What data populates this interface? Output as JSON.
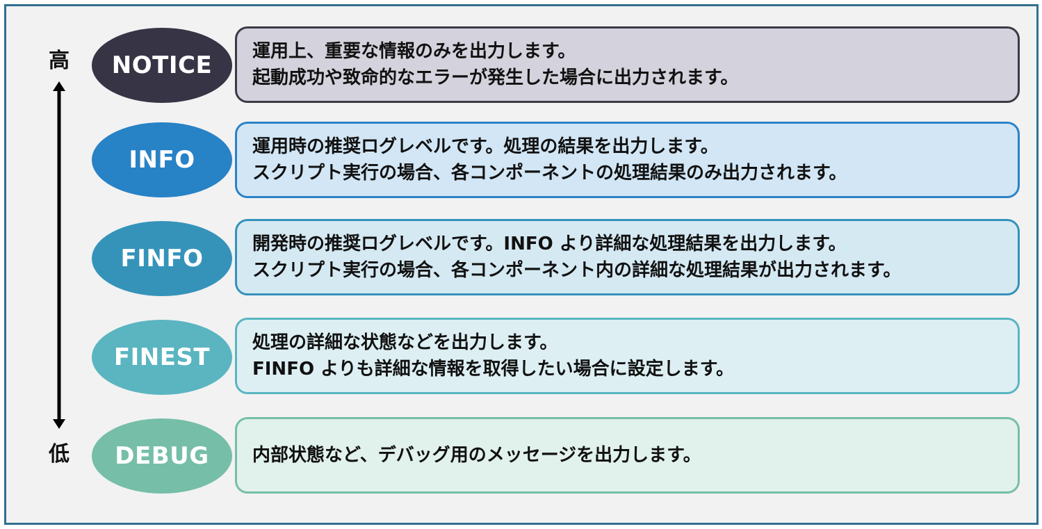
{
  "axis": {
    "high_label": "高",
    "low_label": "低",
    "arrow_icon": "double-headed-vertical-arrow"
  },
  "colors": {
    "frame_border": "#31708f",
    "frame_background": "#f2f2f2"
  },
  "levels": [
    {
      "name": "NOTICE",
      "ellipse_color": "#373445",
      "box_background": "#d4d2dc",
      "box_border": "#3b3a45",
      "lines": [
        "運用上、重要な情報のみを出力します。",
        "起動成功や致命的なエラーが発生した場合に出力されます。"
      ]
    },
    {
      "name": "INFO",
      "ellipse_color": "#2882c6",
      "box_background": "#d2e6f5",
      "box_border": "#2b82c6",
      "lines": [
        "運用時の推奨ログレベルです。処理の結果を出力します。",
        "スクリプト実行の場合、各コンポーネントの処理結果のみ出力されます。"
      ]
    },
    {
      "name": "FINFO",
      "ellipse_color": "#3593ba",
      "box_background": "#d5e9f3",
      "box_border": "#3592ba",
      "lines": [
        "開発時の推奨ログレベルです。INFO より詳細な処理結果を出力します。",
        "スクリプト実行の場合、各コンポーネント内の詳細な処理結果が出力されます。"
      ]
    },
    {
      "name": "FINEST",
      "ellipse_color": "#5ab5c1",
      "box_background": "#ddeff3",
      "box_border": "#5ab5c1",
      "lines": [
        "処理の詳細な状態などを出力します。",
        "FINFO よりも詳細な情報を取得したい場合に設定します。"
      ]
    },
    {
      "name": "DEBUG",
      "ellipse_color": "#76bea8",
      "box_background": "#e1f1ec",
      "box_border": "#76bea8",
      "lines": [
        "内部状態など、デバッグ用のメッセージを出力します。"
      ]
    }
  ]
}
